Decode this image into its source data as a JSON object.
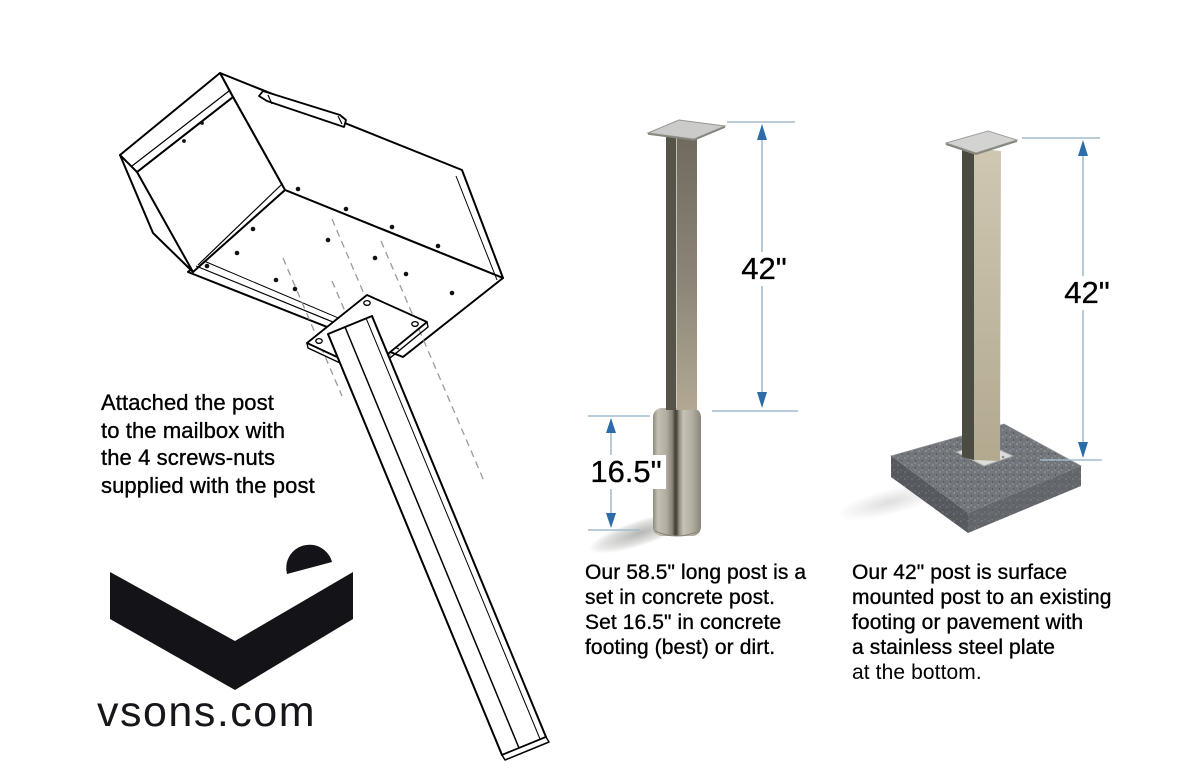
{
  "branding": {
    "website": "vsons.com",
    "logo": "v-chevron-logo"
  },
  "annotations": {
    "attach_note": {
      "lines": [
        "Attached the post",
        "to the mailbox with",
        "the 4 screws-nuts",
        "supplied with the post"
      ]
    },
    "inground_note": {
      "lines": [
        "Our 58.5\" long post is a",
        "set in concrete post.",
        "Set 16.5\" in concrete",
        "footing (best) or dirt."
      ]
    },
    "surface_note": {
      "lines": [
        "Our 42\" post is surface",
        "mounted post to an existing",
        "footing or pavement with",
        "a stainless steel plate",
        "at the bottom."
      ]
    }
  },
  "dimensions": {
    "inground_post_above_ground": "42\"",
    "inground_post_buried": "16.5\"",
    "surface_post_height": "42\""
  },
  "colors": {
    "ink": "#000000",
    "logo": "#141418",
    "dimension_line": "#a3bccd",
    "dimension_arrow": "#2d6ca6",
    "post_dark_face": "#565449",
    "post_light_face": "#b2a893",
    "concrete_slab": "#72767b",
    "sleeve": "#b2ada1"
  }
}
